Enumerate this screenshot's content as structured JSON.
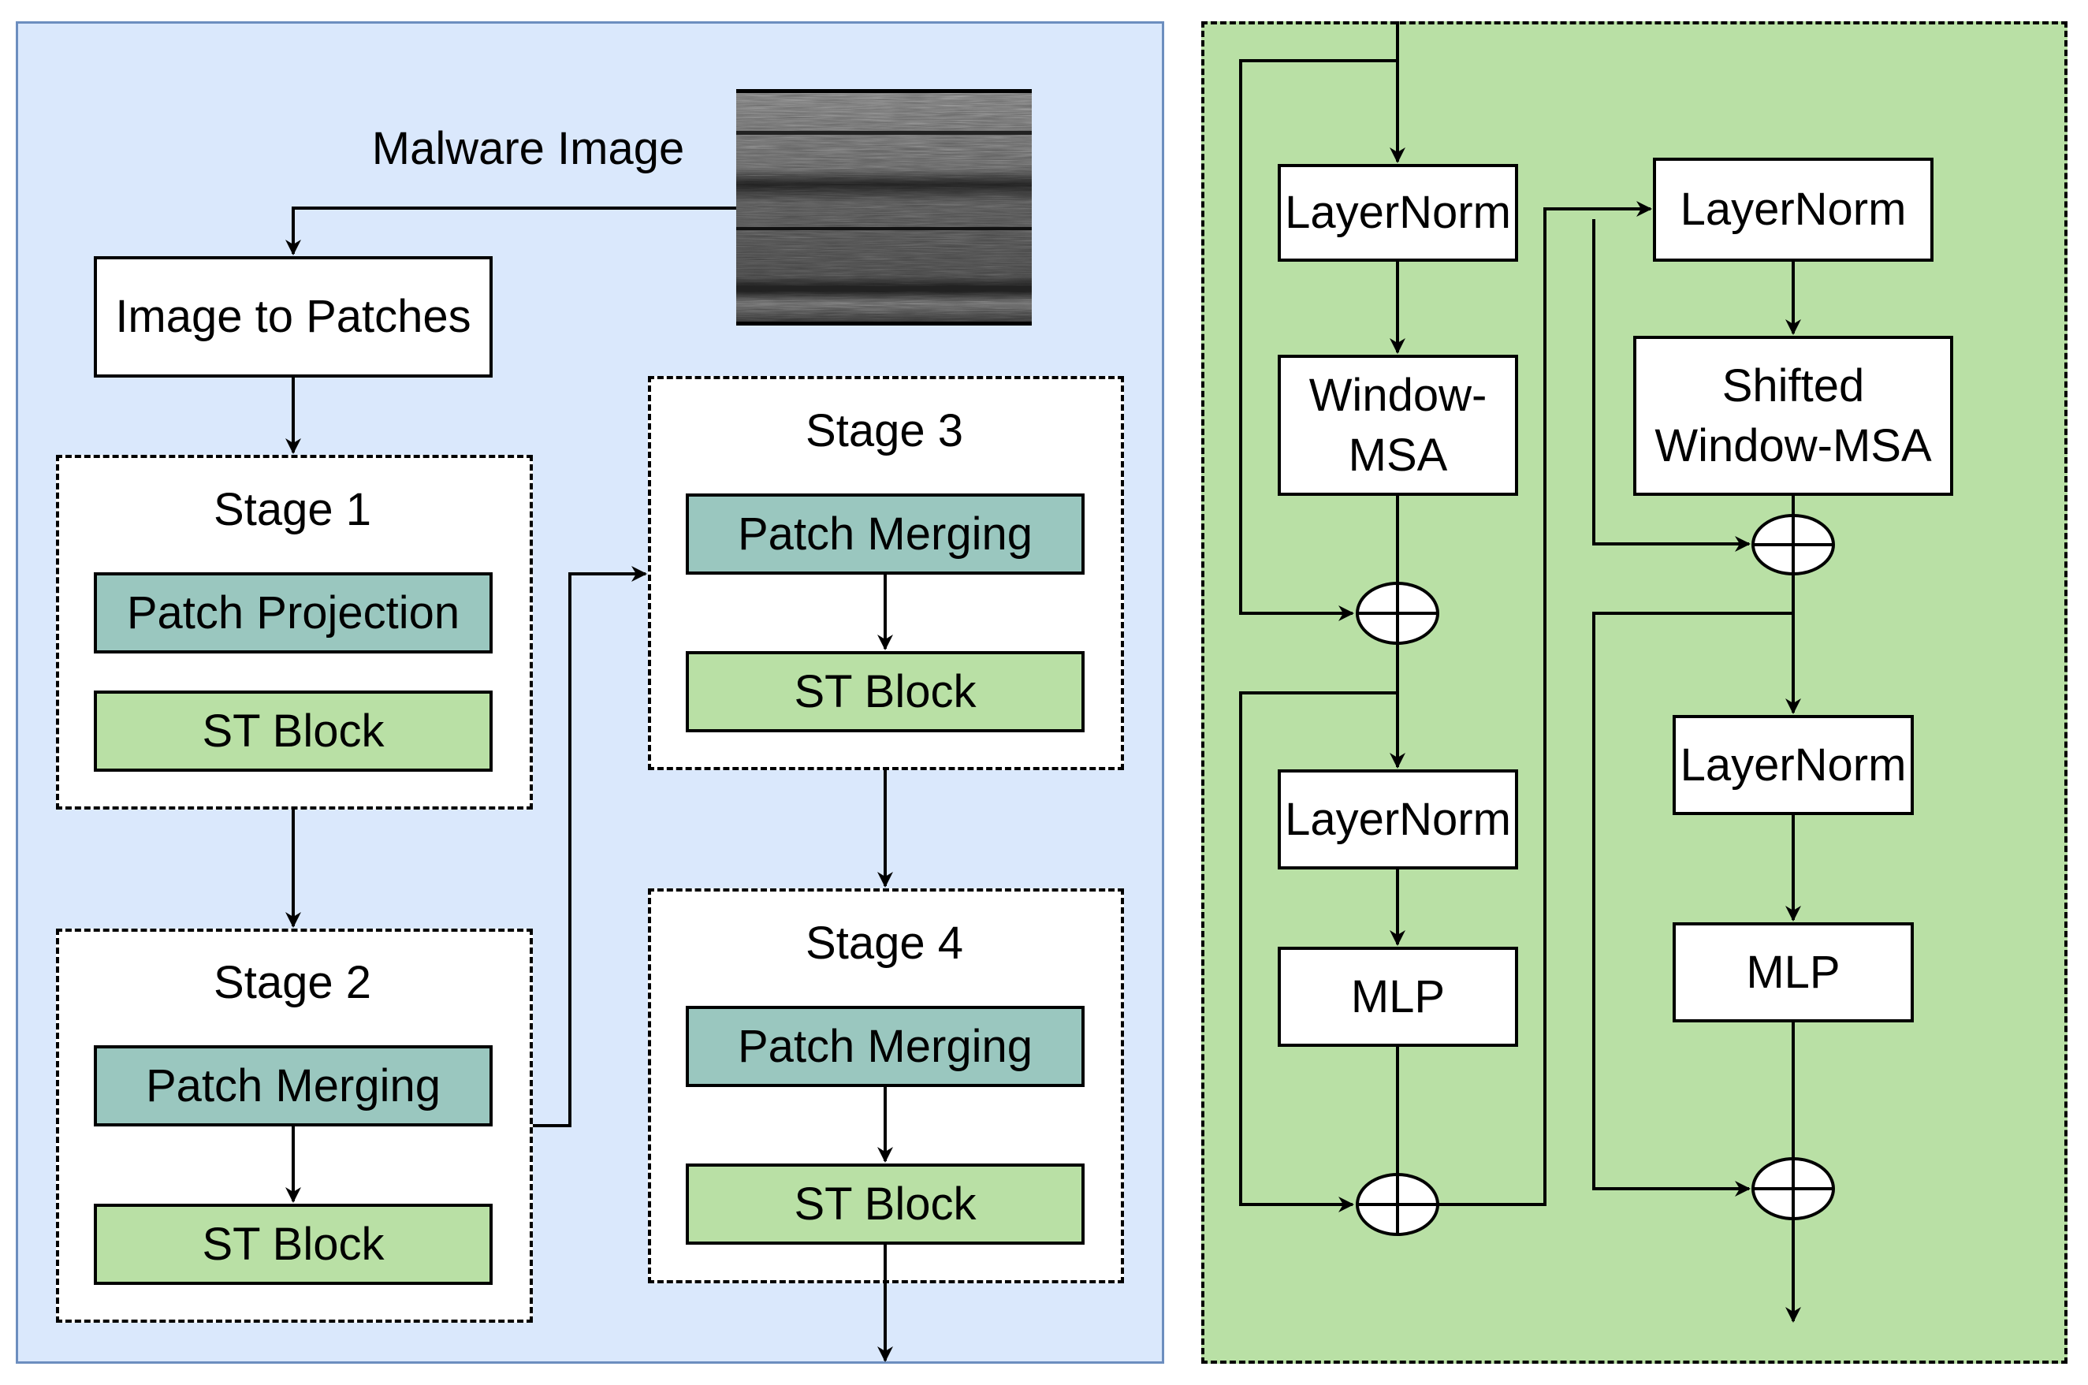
{
  "left": {
    "malware_image_label": "Malware Image",
    "image_to_patches": "Image to Patches",
    "stage1": {
      "title": "Stage 1",
      "patch": "Patch Projection",
      "block": "ST Block"
    },
    "stage2": {
      "title": "Stage 2",
      "patch": "Patch Merging",
      "block": "ST Block"
    },
    "stage3": {
      "title": "Stage 3",
      "patch": "Patch Merging",
      "block": "ST Block"
    },
    "stage4": {
      "title": "Stage 4",
      "patch": "Patch Merging",
      "block": "ST Block"
    }
  },
  "right": {
    "block1": {
      "norm1": "LayerNorm",
      "attn": "Window-\nMSA",
      "norm2": "LayerNorm",
      "mlp": "MLP"
    },
    "block2": {
      "norm1": "LayerNorm",
      "attn": "Shifted\nWindow-MSA",
      "norm2": "LayerNorm",
      "mlp": "MLP"
    }
  },
  "colors": {
    "left_panel_bg": "#dae8fc",
    "left_panel_border": "#6c8ebf",
    "right_panel_bg": "#b9e0a5",
    "patch_box": "#9ac7bf",
    "block_box": "#b9e0a5",
    "plain_box": "#ffffff"
  },
  "icons": {
    "adder": "circle-plus-icon",
    "arrow": "arrowhead-icon"
  }
}
